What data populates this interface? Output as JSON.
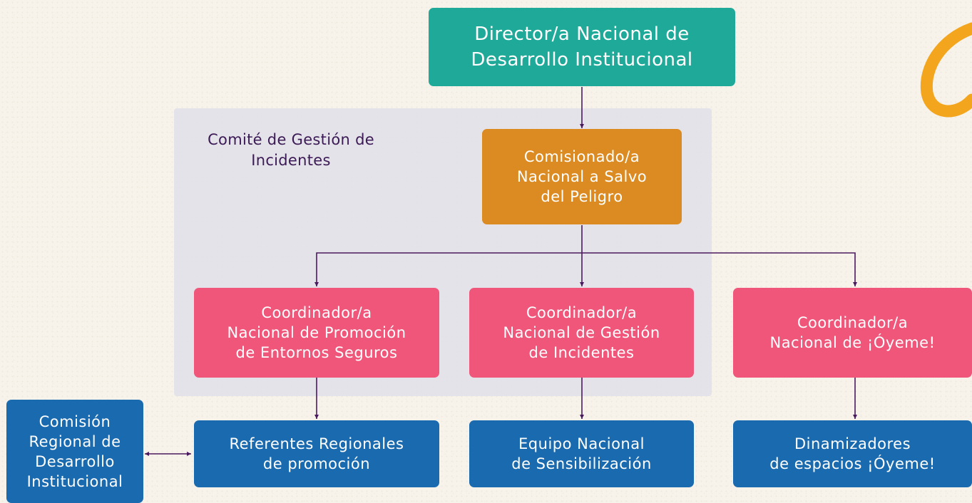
{
  "diagram": {
    "group": {
      "label": "Comité de Gestión\nde Incidentes"
    },
    "nodes": {
      "director": "Director/a Nacional de\nDesarrollo Institucional",
      "comisionado": "Comisionado/a\nNacional a Salvo\ndel Peligro",
      "coord_promocion": "Coordinador/a\nNacional de Promoción\nde Entornos Seguros",
      "coord_gestion": "Coordinador/a\nNacional de Gestión\nde Incidentes",
      "coord_oyeme": "Coordinador/a\nNacional de ¡Óyeme!",
      "comision_regional": "Comisión\nRegional de\nDesarrollo\nInstitucional",
      "referentes": "Referentes Regionales\nde promoción",
      "equipo": "Equipo Nacional\nde Sensibilización",
      "dinamizadores": "Dinamizadores\nde espacios ¡Óyeme!"
    },
    "colors": {
      "teal": "#1fa999",
      "orange": "#db8b21",
      "pink": "#ef5679",
      "blue": "#1a6aaf",
      "connector": "#4a1a5e",
      "accent": "#f3a51e"
    }
  }
}
